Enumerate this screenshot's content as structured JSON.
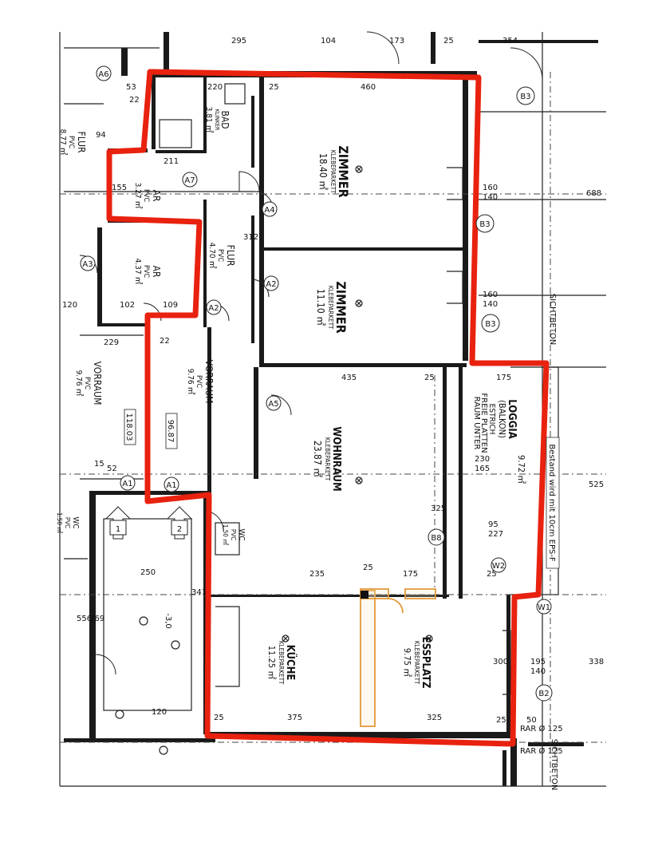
{
  "rooms": {
    "zimmer1": {
      "name": "ZIMMER",
      "floor": "KLEBEPARKETT",
      "area": "18.40 ㎡"
    },
    "zimmer2": {
      "name": "ZIMMER",
      "floor": "KLEBEPARKETT",
      "area": "11.10 ㎡"
    },
    "bad": {
      "name": "BAD",
      "floor": "KLINKER",
      "area": "3.81 ㎡"
    },
    "ar1": {
      "name": "AR",
      "floor": "PVC",
      "area": "3.27 ㎡"
    },
    "ar2": {
      "name": "AR",
      "floor": "PVC",
      "area": "4.37 ㎡"
    },
    "flur1": {
      "name": "FLUR",
      "floor": "PVC",
      "area": "8.77 ㎡"
    },
    "flur2": {
      "name": "FLUR",
      "floor": "PVC",
      "area": "4.70 ㎡"
    },
    "vorraum1": {
      "name": "VORRAUM",
      "floor": "PVC",
      "area": "9.76 ㎡"
    },
    "vorraum2": {
      "name": "VORRAUM",
      "floor": "PVC",
      "area": "9.76 ㎡"
    },
    "wohnraum": {
      "name": "WOHNRAUM",
      "floor": "KLEBEPARKETT",
      "area": "23.87 ㎡"
    },
    "loggia": {
      "name": "LOGGIA",
      "sub": "(BALKON)",
      "floor": "ESTRICH",
      "area": "9.72 ㎡"
    },
    "kueche": {
      "name": "KÜCHE",
      "floor": "KLEBEPARKETT",
      "area": "11.25 ㎡"
    },
    "essplatz": {
      "name": "ESSPLATZ",
      "floor": "KLEBEPARKETT",
      "area": "9.75 ㎡"
    },
    "wc1": {
      "name": "WC",
      "floor": "PVC",
      "area": "1.50 ㎡"
    },
    "wc2": {
      "name": "WC",
      "floor": "PVC",
      "area": "1.50 ㎡"
    }
  },
  "dimensions": {
    "top": [
      "295",
      "104",
      "173",
      "25",
      "354",
      "25",
      "460"
    ],
    "left": [
      "53",
      "22",
      "94",
      "155",
      "22",
      "229",
      "102",
      "109",
      "120",
      "15",
      "52"
    ],
    "inner": [
      "220",
      "211",
      "312",
      "435",
      "25",
      "175",
      "235",
      "25",
      "175",
      "375",
      "325",
      "25",
      "250",
      "341",
      "369",
      "556",
      "95",
      "227",
      "325",
      "300",
      "120",
      "25",
      "50"
    ],
    "right": [
      "688",
      "525",
      "338",
      "160",
      "140",
      "160",
      "140",
      "195",
      "140",
      "25"
    ],
    "levels": [
      "118.03",
      "96.87"
    ]
  },
  "tags": {
    "b3a": "B3",
    "b3b": "B3",
    "b3c": "B3",
    "b8": "B8",
    "b2": "B2",
    "a1": "A1",
    "a2": "A2",
    "a3": "A3",
    "a4": "A4",
    "a5": "A5",
    "a6": "A6",
    "a7": "A7",
    "a11": "A1",
    "a12": "A2",
    "w1": "W1",
    "w2": "W2",
    "stair1": "1",
    "stair2": "2"
  },
  "annotations": {
    "note": "Bestand wird mit 10cm EPS-F",
    "sichtbeton1": "SICHTBETON",
    "sichtbeton2": "SICHTBETON",
    "freie": "FREIE PLATTEN",
    "unter": "RAUM UNTER",
    "rar1": "RAR Ø 125",
    "rar2": "RAR Ø 125",
    "kota": "-3,0",
    "dim165": "165",
    "dim230": "230"
  },
  "colors": {
    "outline": "#e8220f",
    "highlight": "#e39a3a",
    "line": "#1a1a1a"
  }
}
